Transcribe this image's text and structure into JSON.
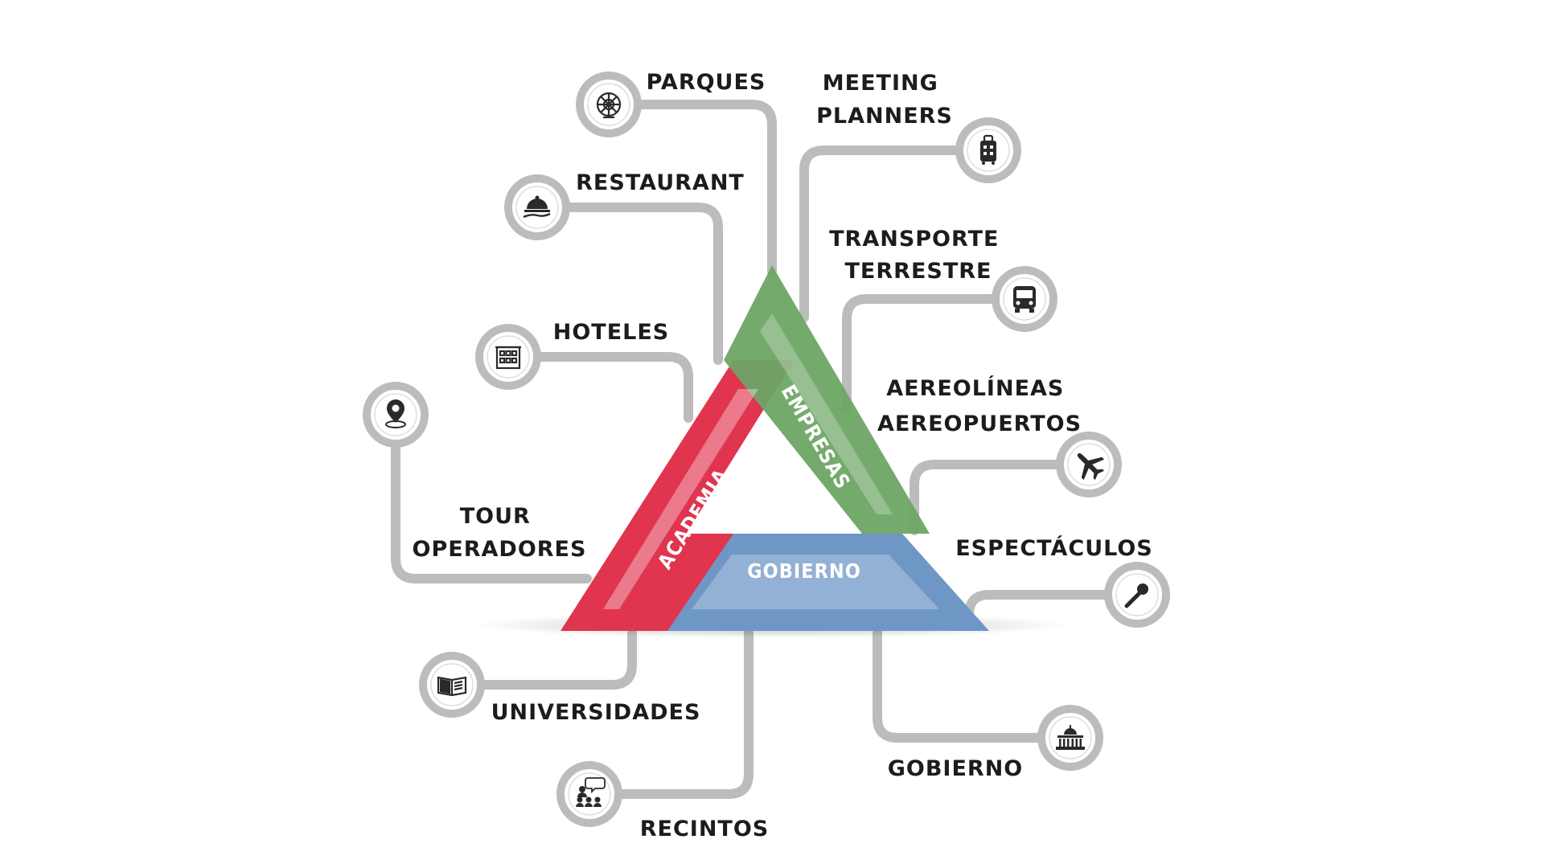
{
  "diagram": {
    "triangle": {
      "left_side": "ACADEMIA",
      "right_side": "EMPRESAS",
      "bottom_side": "GOBIERNO",
      "colors": {
        "academia": "#e0344f",
        "empresas": "#6ea565",
        "gobierno": "#6f97c6"
      }
    },
    "nodes": [
      {
        "id": "parques",
        "lines": [
          "PARQUES"
        ],
        "icon": "ferris-wheel-icon"
      },
      {
        "id": "meeting-planners",
        "lines": [
          "MEETING",
          "PLANNERS"
        ],
        "icon": "luggage-icon"
      },
      {
        "id": "restaurant",
        "lines": [
          "RESTAURANT"
        ],
        "icon": "cloche-icon"
      },
      {
        "id": "transporte-terrestre",
        "lines": [
          "TRANSPORTE",
          "TERRESTRE"
        ],
        "icon": "bus-icon"
      },
      {
        "id": "hoteles",
        "lines": [
          "HOTELES"
        ],
        "icon": "hotel-icon"
      },
      {
        "id": "aereolineas",
        "lines": [
          "AEREOLÍNEAS",
          "AEREOPUERTOS"
        ],
        "icon": "airplane-icon"
      },
      {
        "id": "tour-operadores",
        "lines": [
          "TOUR",
          "OPERADORES"
        ],
        "icon": "location-pin-icon"
      },
      {
        "id": "espectaculos",
        "lines": [
          "ESPECTÁCULOS"
        ],
        "icon": "microphone-icon"
      },
      {
        "id": "universidades",
        "lines": [
          "UNIVERSIDADES"
        ],
        "icon": "open-book-icon"
      },
      {
        "id": "gobierno",
        "lines": [
          "GOBIERNO"
        ],
        "icon": "capitol-icon"
      },
      {
        "id": "recintos",
        "lines": [
          "RECINTOS"
        ],
        "icon": "audience-icon"
      }
    ]
  }
}
